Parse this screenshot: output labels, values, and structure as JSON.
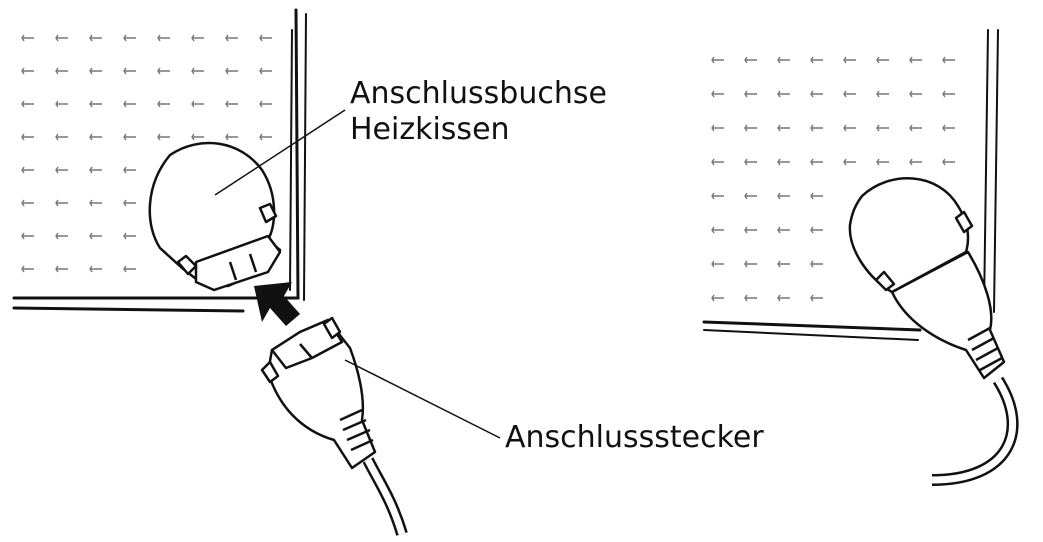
{
  "labels": {
    "socket_line1": "Anschlussbuchse",
    "socket_line2": "Heizkissen",
    "plug": "Anschlussstecker"
  },
  "colors": {
    "ink": "#111111",
    "background": "#ffffff",
    "arrow": "#111111"
  },
  "icons": {
    "arrow": "insert-direction-arrow-icon"
  }
}
